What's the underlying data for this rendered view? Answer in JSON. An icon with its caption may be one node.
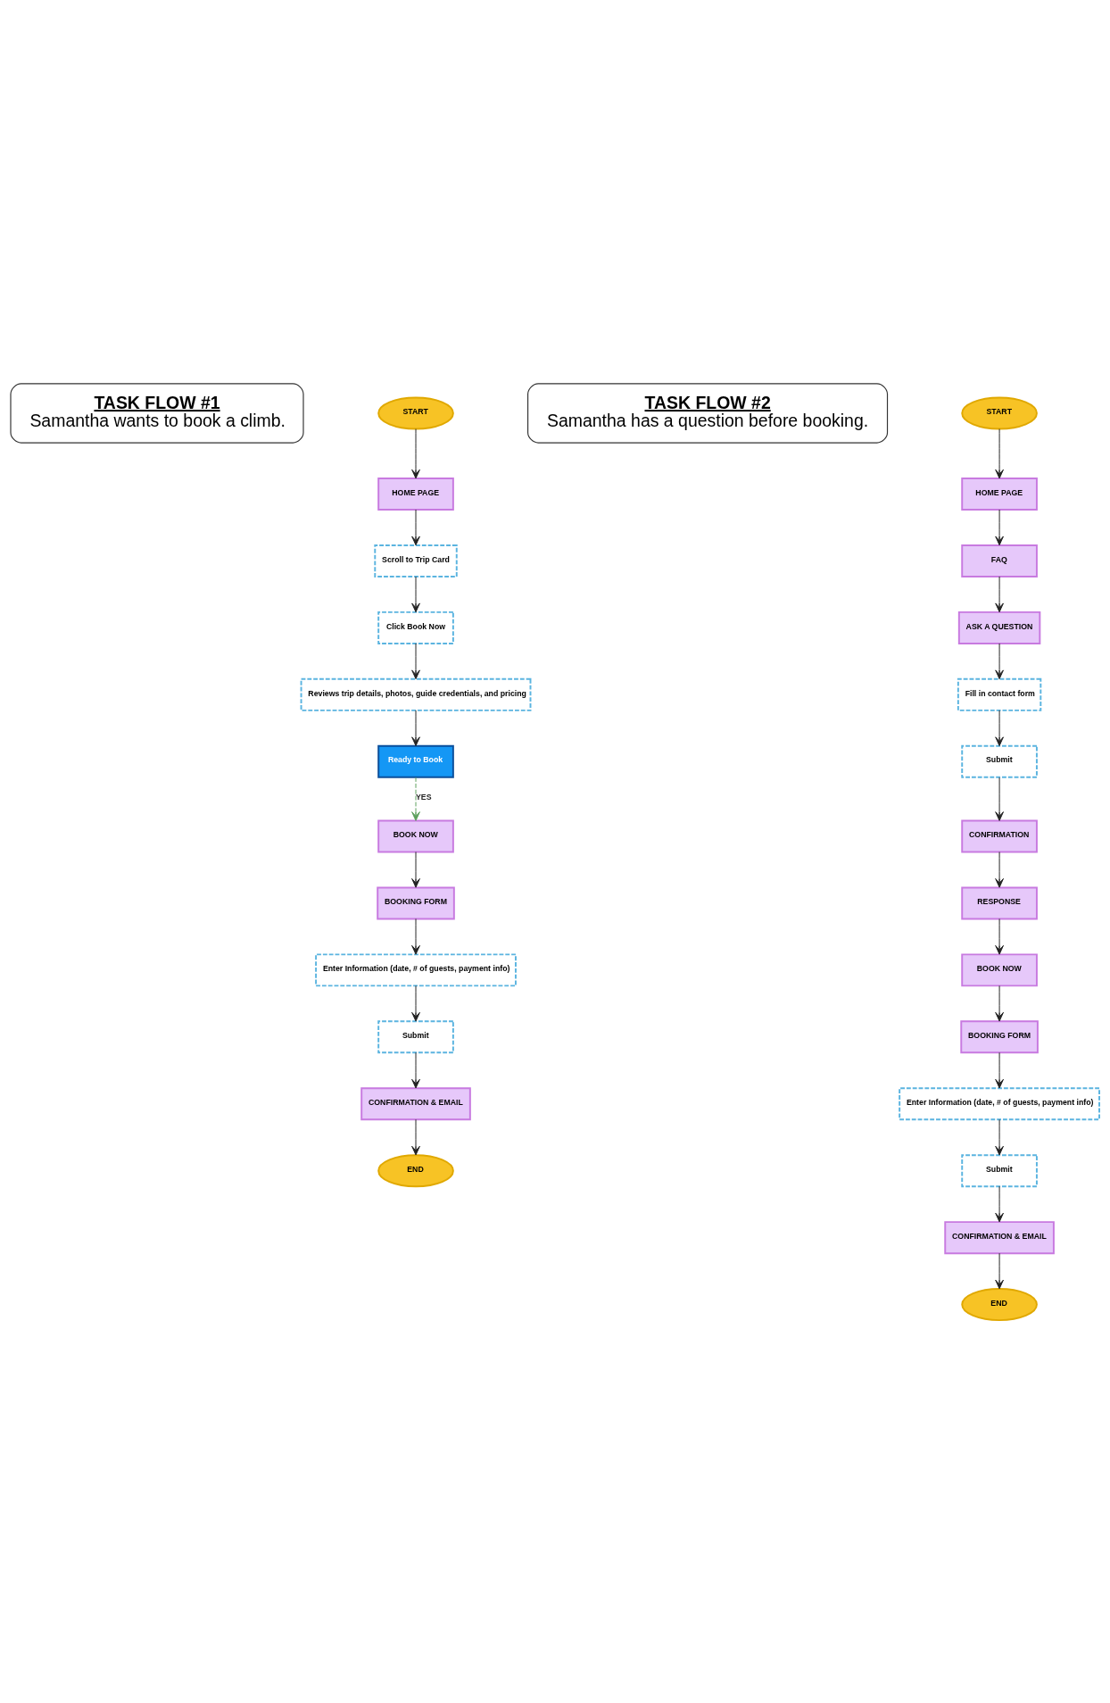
{
  "diagram": {
    "nodes": [
      {
        "text": [
          "TASK FLOW #1",
          "Samantha wants to book a climb."
        ]
      },
      {
        "text": [
          "START"
        ]
      },
      {
        "text": [
          "HOME PAGE"
        ]
      },
      {
        "text": [
          "Scroll to Trip Card"
        ]
      },
      {
        "text": [
          "Click Book Now"
        ]
      },
      {
        "text": [
          "Reviews trip details, photos, guide credentials, and pricing"
        ]
      },
      {
        "text": [
          "Ready to Book"
        ]
      },
      {
        "text": [
          "BOOK NOW"
        ]
      },
      {
        "text": [
          "BOOKING FORM"
        ]
      },
      {
        "text": [
          "Enter Information (date, # of guests, payment info)"
        ]
      },
      {
        "text": [
          "Submit"
        ]
      },
      {
        "text": [
          "CONFIRMATION & EMAIL"
        ]
      },
      {
        "text": [
          "END"
        ]
      },
      {
        "text": [
          "TASK FLOW #2",
          "Samantha has a question before booking."
        ]
      },
      {
        "text": [
          "START"
        ]
      },
      {
        "text": [
          "HOME PAGE"
        ]
      },
      {
        "text": [
          "FAQ"
        ]
      },
      {
        "text": [
          "ASK A QUESTION"
        ]
      },
      {
        "text": [
          "Fill in contact form"
        ]
      },
      {
        "text": [
          "Submit"
        ]
      },
      {
        "text": [
          "CONFIRMATION"
        ]
      },
      {
        "text": [
          "RESPONSE"
        ]
      },
      {
        "text": [
          "BOOK NOW"
        ]
      },
      {
        "text": [
          "BOOKING FORM"
        ]
      },
      {
        "text": [
          "Enter Information (date, # of guests, payment info)"
        ]
      },
      {
        "text": [
          "Submit"
        ]
      },
      {
        "text": [
          "CONFIRMATION & EMAIL"
        ]
      },
      {
        "text": [
          "END"
        ]
      }
    ],
    "edges": [
      {
        "from": 1,
        "to": 2,
        "arrow": "to"
      },
      {
        "from": 2,
        "to": 3,
        "arrow": "to"
      },
      {
        "from": 3,
        "to": 4,
        "arrow": "to"
      },
      {
        "from": 4,
        "to": 5,
        "arrow": "to"
      },
      {
        "from": 5,
        "to": 6,
        "arrow": "to"
      },
      {
        "from": 6,
        "to": 7,
        "arrow": "to",
        "label": "YES",
        "style": "dashed",
        "color": "#5a9e5a"
      },
      {
        "from": 7,
        "to": 8,
        "arrow": "to"
      },
      {
        "from": 8,
        "to": 9,
        "arrow": "to"
      },
      {
        "from": 9,
        "to": 10,
        "arrow": "to"
      },
      {
        "from": 10,
        "to": 11,
        "arrow": "to"
      },
      {
        "from": 11,
        "to": 12,
        "arrow": "to"
      },
      {
        "from": 14,
        "to": 15,
        "arrow": "to"
      },
      {
        "from": 15,
        "to": 16,
        "arrow": "to"
      },
      {
        "from": 16,
        "to": 17,
        "arrow": "to"
      },
      {
        "from": 17,
        "to": 18,
        "arrow": "to"
      },
      {
        "from": 18,
        "to": 19,
        "arrow": "to"
      },
      {
        "from": 19,
        "to": 20,
        "arrow": "to"
      },
      {
        "from": 20,
        "to": 21,
        "arrow": "to"
      },
      {
        "from": 21,
        "to": 22,
        "arrow": "to"
      },
      {
        "from": 22,
        "to": 23,
        "arrow": "to"
      },
      {
        "from": 23,
        "to": 24,
        "arrow": "to"
      },
      {
        "from": 24,
        "to": 25,
        "arrow": "to"
      },
      {
        "from": 25,
        "to": 26,
        "arrow": "to"
      },
      {
        "from": 26,
        "to": 27,
        "arrow": "to"
      }
    ]
  }
}
